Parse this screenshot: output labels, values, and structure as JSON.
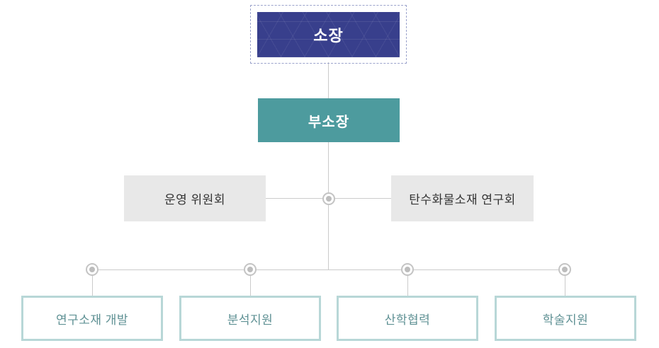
{
  "org_chart": {
    "director": {
      "label": "소장"
    },
    "deputy_director": {
      "label": "부소장"
    },
    "committees": [
      {
        "label": "운영 위원회"
      },
      {
        "label": "탄수화물소재 연구회"
      }
    ],
    "departments": [
      {
        "label": "연구소재 개발"
      },
      {
        "label": "분석지원"
      },
      {
        "label": "산학협력"
      },
      {
        "label": "학술지원"
      }
    ],
    "colors": {
      "director_bg": "#383f8c",
      "director_dashed_border": "#9ba3cc",
      "deputy_bg": "#4d9b9e",
      "committee_bg": "#e8e8e8",
      "committee_text": "#333333",
      "department_border": "#b8d7d7",
      "department_text": "#5f9194",
      "connector_line": "#cbcbcb",
      "node_ring": "#c4c4c4",
      "node_dot": "#bdbdbd"
    }
  }
}
